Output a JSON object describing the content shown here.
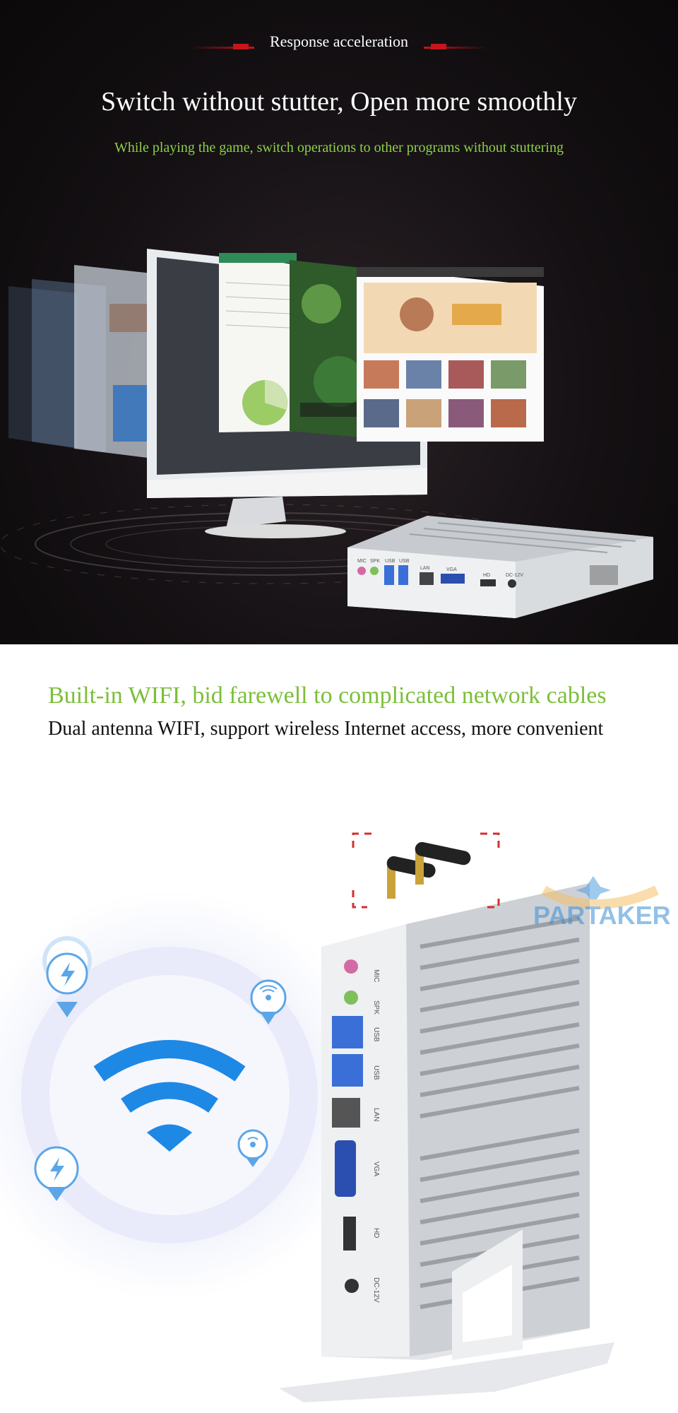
{
  "section1": {
    "tag": "Response acceleration",
    "title": "Switch without stutter, Open more smoothly",
    "subtitle": "While playing the game, switch operations to other programs without stuttering",
    "port_labels": [
      "MIC",
      "SPK",
      "USB",
      "USB",
      "LAN",
      "VGA",
      "HD",
      "DC-12V"
    ]
  },
  "section2": {
    "title": "Built-in WIFI, bid farewell to complicated network cables",
    "subtitle": "Dual antenna WIFI, support wireless Internet access, more convenient",
    "port_labels": [
      "MIC",
      "SPK",
      "USB",
      "USB",
      "LAN",
      "VGA",
      "HD",
      "DC-12V"
    ],
    "watermark": "PARTAKER"
  },
  "colors": {
    "accent_green": "#7bbf3a",
    "accent_red": "#c8141b",
    "wifi_blue": "#1e88e5"
  }
}
